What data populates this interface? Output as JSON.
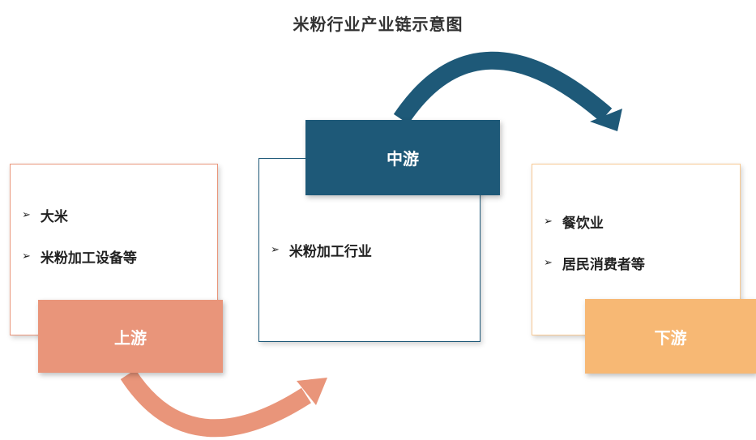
{
  "title": "米粉行业产业链示意图",
  "colors": {
    "upstream": "#E9957A",
    "midstream": "#1E5978",
    "downstream": "#F7B874",
    "upstream_border": "#E9957A",
    "midstream_border": "#1E5978",
    "downstream_border": "#F7C892"
  },
  "upstream": {
    "label": "上游",
    "items": [
      "大米",
      "米粉加工设备等"
    ]
  },
  "midstream": {
    "label": "中游",
    "items": [
      "米粉加工行业"
    ]
  },
  "downstream": {
    "label": "下游",
    "items": [
      "餐饮业",
      "居民消费者等"
    ]
  },
  "bullet_glyph": "➢"
}
